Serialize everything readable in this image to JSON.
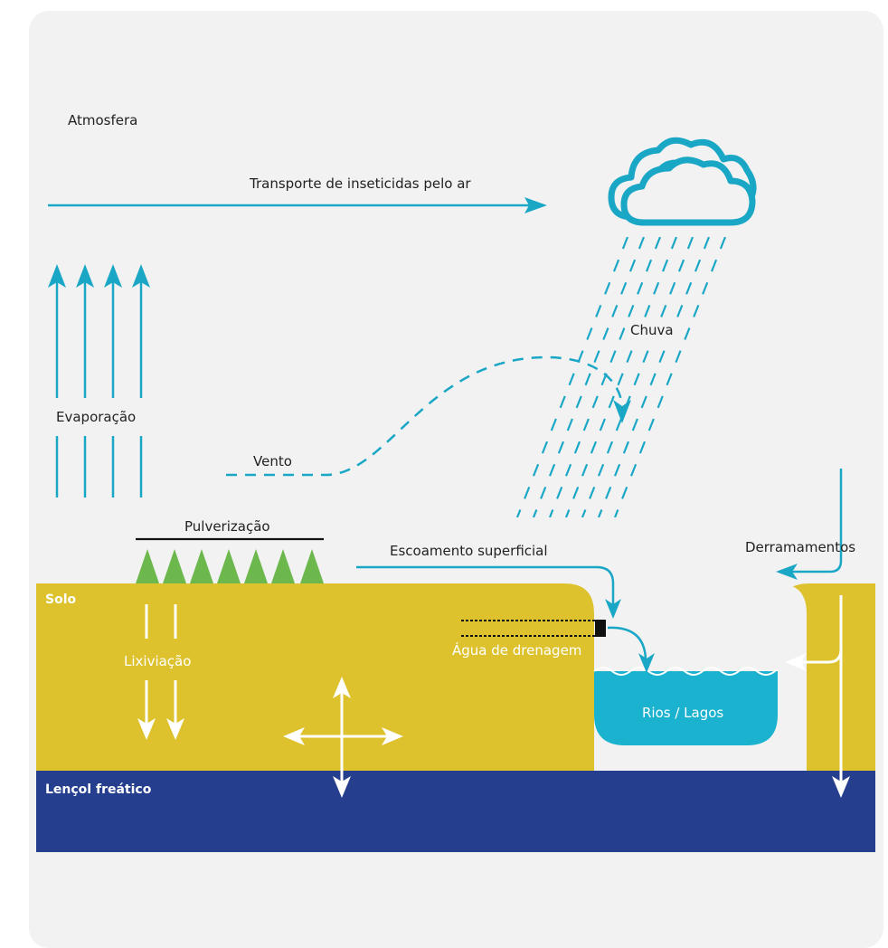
{
  "labels": {
    "atmosphere": "Atmosfera",
    "air_transport": "Transporte de inseticidas pelo ar",
    "evaporation": "Evaporação",
    "rain": "Chuva",
    "wind": "Vento",
    "spraying": "Pulverização",
    "runoff": "Escoamento superficial",
    "spills": "Derramamentos",
    "soil": "Solo",
    "leaching": "Lixiviação",
    "drainage_water": "Água de drenagem",
    "rivers_lakes": "Rios / Lagos",
    "water_table": "Lençol freático"
  },
  "colors": {
    "background_card": "#f2f2f2",
    "accent_cyan": "#1aa7c6",
    "soil": "#ddc22e",
    "water_table": "#253f8e",
    "river": "#1ab2cf",
    "crops": "#6cb84c",
    "arrow_white": "#ffffff",
    "drain_pipe": "#111111"
  },
  "icons": {
    "cloud": "cloud-icon",
    "crop": "crop-triangle-icon"
  }
}
